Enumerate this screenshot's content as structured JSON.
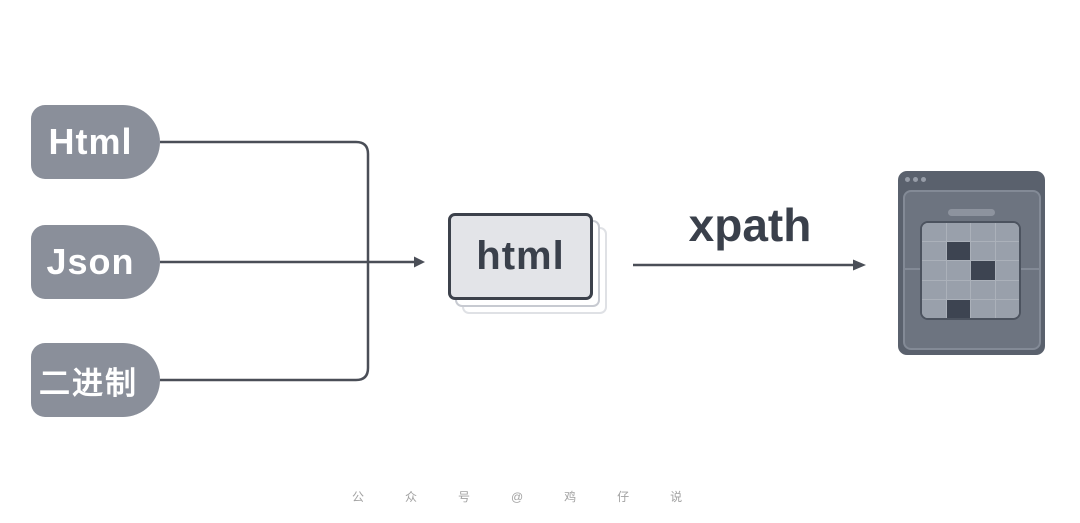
{
  "diagram": {
    "sources": [
      {
        "label": "Html"
      },
      {
        "label": "Json"
      },
      {
        "label": "二进制"
      }
    ],
    "document_stack": {
      "label": "html"
    },
    "transform_arrow": {
      "label": "xpath"
    },
    "browser_preview": {
      "grid": {
        "rows": 5,
        "cols": 4,
        "dark_cells": [
          [
            1,
            1
          ],
          [
            2,
            2
          ],
          [
            4,
            1
          ]
        ]
      }
    },
    "watermark": "公众号@鸡仔说"
  },
  "colors": {
    "node_fill": "#8a8f9a",
    "node_text": "#ffffff",
    "line": "#4a4e57",
    "card_fill": "#e3e4e8",
    "card_border": "#3c414b",
    "ghost1_border": "#c7cad1",
    "ghost2_border": "#dfe1e5",
    "text_dark": "#3a404b",
    "browser_frame": "#5a616d",
    "browser_panel": "#6d7480",
    "panel_border": "#838a96",
    "dot_color": "#979da8",
    "handle_color": "#8d939e",
    "grid_border": "#4c535f",
    "grid_cell": "#99a0ab",
    "cell_border": "#abb1ba",
    "grid_dark_cell": "#3d4451",
    "watermark_color": "#a2a2a2"
  }
}
